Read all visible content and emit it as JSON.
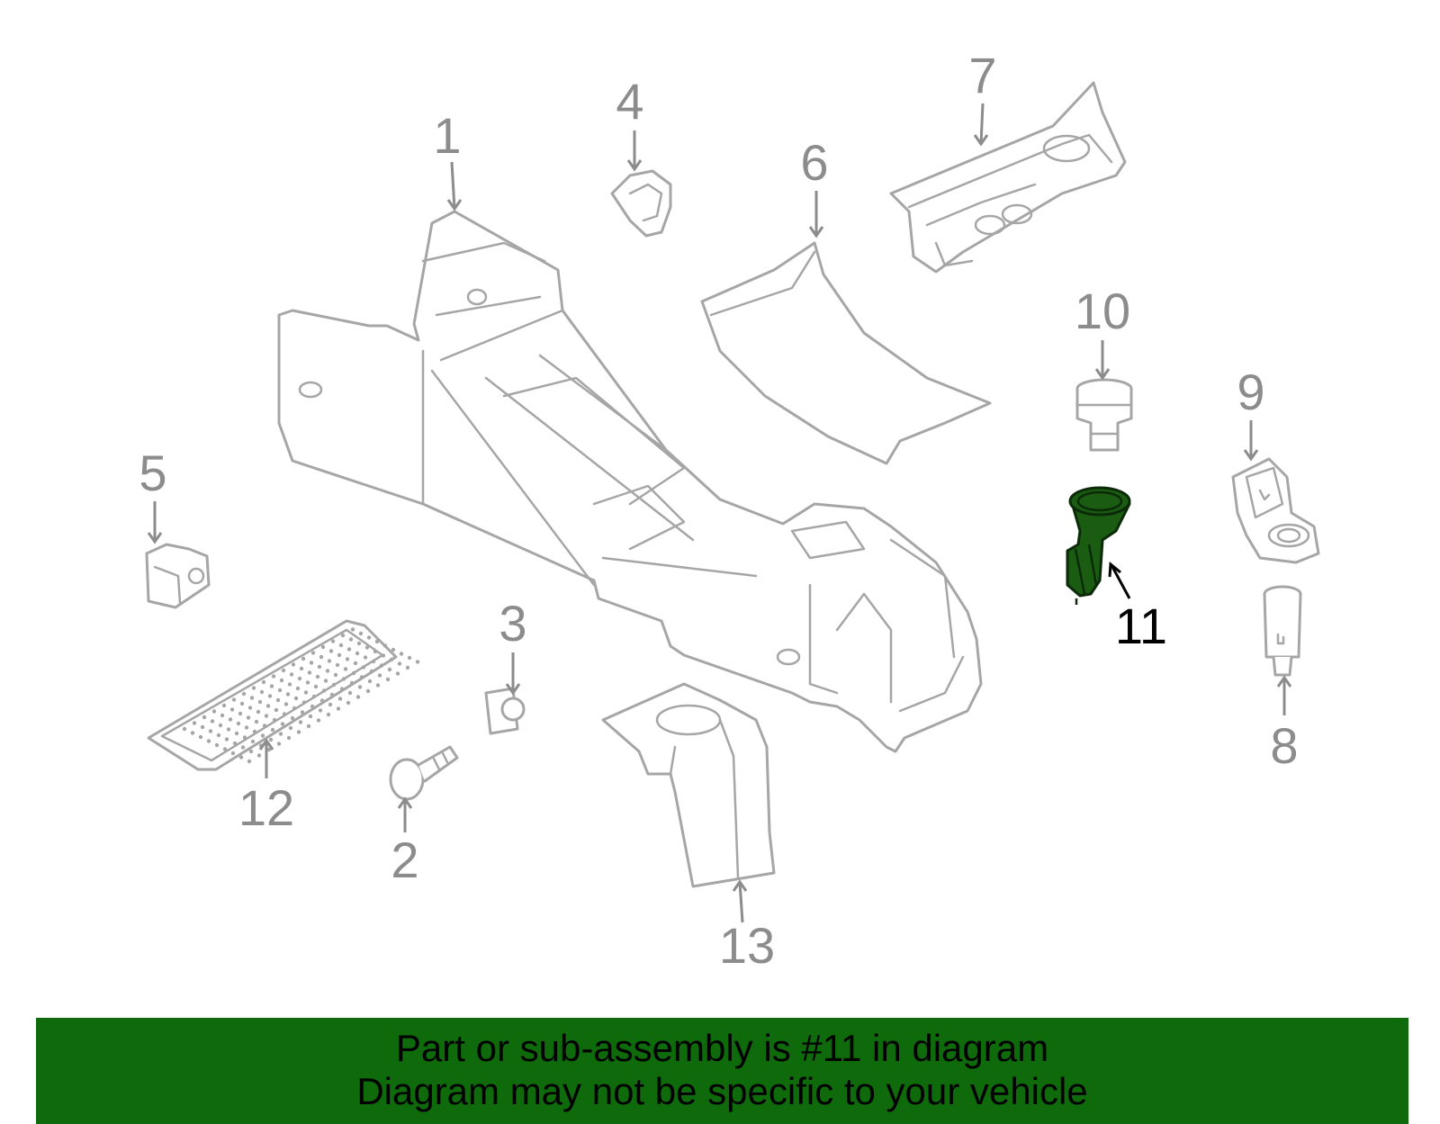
{
  "highlighted_callout": "11",
  "callouts": [
    {
      "id": "1",
      "label": "1"
    },
    {
      "id": "2",
      "label": "2"
    },
    {
      "id": "3",
      "label": "3"
    },
    {
      "id": "4",
      "label": "4"
    },
    {
      "id": "5",
      "label": "5"
    },
    {
      "id": "6",
      "label": "6"
    },
    {
      "id": "7",
      "label": "7"
    },
    {
      "id": "8",
      "label": "8"
    },
    {
      "id": "9",
      "label": "9"
    },
    {
      "id": "10",
      "label": "10"
    },
    {
      "id": "11",
      "label": "11"
    },
    {
      "id": "12",
      "label": "12"
    },
    {
      "id": "13",
      "label": "13"
    }
  ],
  "banner": {
    "line1": "Part or sub-assembly is #11 in diagram",
    "line2": "Diagram may not be specific to your vehicle"
  },
  "colors": {
    "banner_bg": "#0e6a0a",
    "highlight_part": "#1a5c12",
    "part_outline": "#a6a6a6",
    "callout_text": "#8c8c8c"
  }
}
